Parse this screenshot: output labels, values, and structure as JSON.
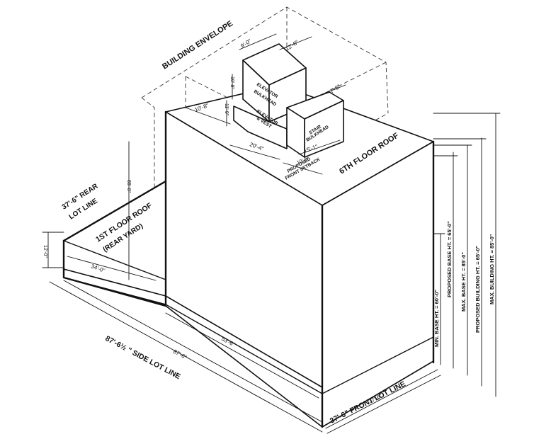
{
  "labels": {
    "building_envelope": "BUILDING ENVELOPE",
    "rear_lot_line": "37'-6\" REAR",
    "rear_lot_line_2": "LOT LINE",
    "first_floor_roof": "1ST FLOOR ROOF",
    "rear_yard": "(REAR YARD)",
    "sixth_floor_roof": "6TH FLOOR ROOF",
    "side_lot_line": "87'-6½ \" SIDE LOT LINE",
    "front_lot_line": "37'-6\" FRONT LOT LINE",
    "elevator_bulkhead": "ELEVATOR",
    "elevator_bulkhead_2": "BULKHEAD",
    "elevator_vest": "ELEVATOR",
    "elevator_vest_2": "& VEST",
    "stair_bulkhead": "STAIR",
    "stair_bulkhead_2": "BULKHEAD",
    "proposed_front_setback": "PROPOSED",
    "proposed_front_setback_2": "FRONT SETBACK"
  },
  "dimensions": {
    "d_9_0": "9'-0\"",
    "d_12_8": "12'-8\"",
    "d_7_8": "7'-8\"",
    "d_10_8": "10'-8\"",
    "d_10_8_v": "10'-8\"",
    "d_11_9": "11'-9\"",
    "d_20_4": "20'-4\"",
    "d_15_1": "15'-1\"",
    "d_10_0": "10'-0\"",
    "d_34_0": "34'-0\"",
    "d_12_0": "12'-0\"",
    "d_65_0": "65'-0\"",
    "d_53_6": "53'-6\"",
    "d_87_6": "87'-6\"",
    "d_37_6": "37'-6\""
  },
  "heights": {
    "min_base_ht": "MIN. BASE HT. = 60'-0\"",
    "proposed_base_ht": "PROPOSED BASE HT. = 65'-0\"",
    "max_base_ht": "MAX. BASE HT. = 85'-0\"",
    "proposed_building_ht": "PROPOSED BUILDING HT. = 65'-0\"",
    "max_building_ht": "MAX. BUILDING HT. = 85'-0\""
  }
}
